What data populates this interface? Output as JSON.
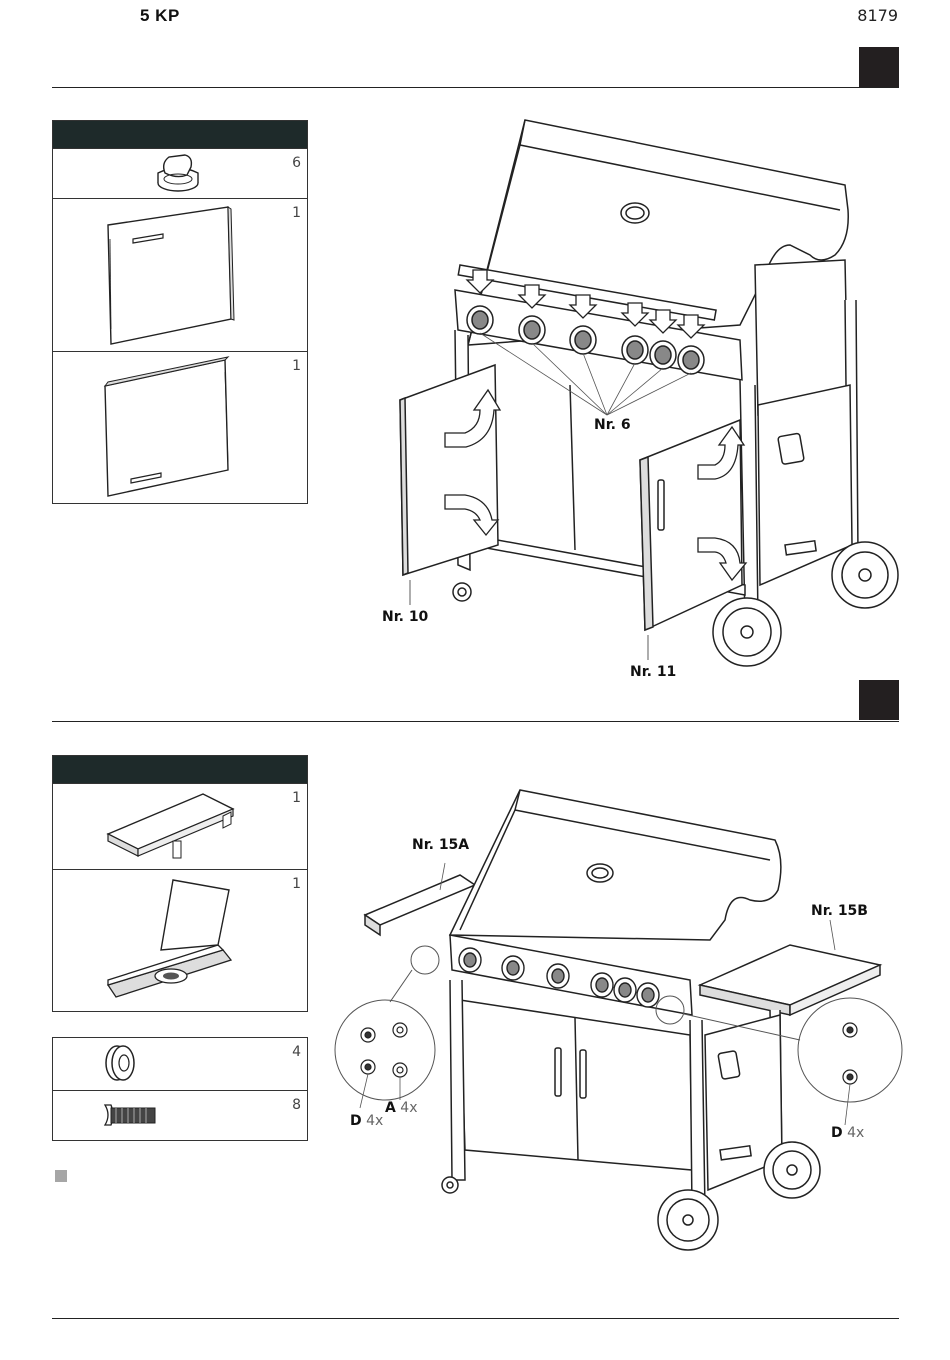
{
  "header": {
    "model": "5 KP",
    "doc_number": "8179"
  },
  "step1": {
    "parts": [
      {
        "icon": "control-knob-icon",
        "qty": "6"
      },
      {
        "icon": "door-panel-handle-top-icon",
        "qty": "1"
      },
      {
        "icon": "door-panel-handle-bottom-icon",
        "qty": "1"
      }
    ],
    "labels": {
      "knob": "Nr. 6",
      "left_door": "Nr. 10",
      "right_door": "Nr. 11"
    }
  },
  "step2": {
    "parts": [
      {
        "icon": "side-shelf-icon",
        "qty": "1"
      },
      {
        "icon": "side-burner-icon",
        "qty": "1"
      }
    ],
    "hardware": [
      {
        "icon": "washer-icon",
        "qty": "4"
      },
      {
        "icon": "screw-icon",
        "qty": "8"
      }
    ],
    "labels": {
      "left_shelf": "Nr. 15A",
      "right_shelf": "Nr. 15B",
      "screw_letter": "D",
      "screw_count": "4x",
      "washer_letter": "A",
      "washer_count": "4x",
      "screw_letter_right": "D",
      "screw_count_right": "4x"
    }
  }
}
